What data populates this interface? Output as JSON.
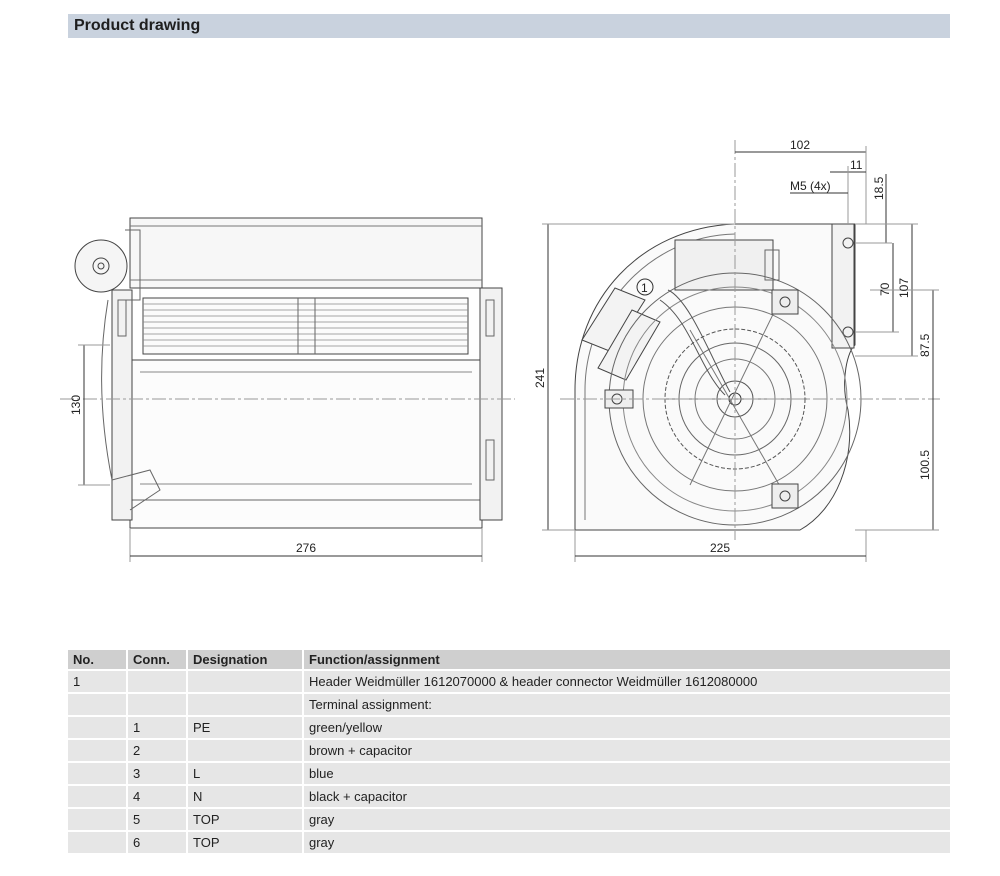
{
  "section": {
    "title": "Product drawing"
  },
  "dimensions": {
    "front_height": "130",
    "front_width": "276",
    "side_top": "102",
    "side_eleven": "11",
    "side_thread": "M5 (4x)",
    "side_eighteen": "18.5",
    "side_total_height": "241",
    "side_seventy": "70",
    "side_107": "107",
    "side_87": "87.5",
    "side_100": "100.5",
    "side_width": "225"
  },
  "callout": {
    "number": "1"
  },
  "table": {
    "headers": [
      "No.",
      "Conn.",
      "Designation",
      "Function/assignment"
    ],
    "rows": [
      [
        "1",
        "",
        "",
        "Header Weidmüller 1612070000 & header connector Weidmüller 1612080000"
      ],
      [
        "",
        "",
        "",
        "Terminal assignment:"
      ],
      [
        "",
        "1",
        "PE",
        "green/yellow"
      ],
      [
        "",
        "2",
        "",
        "brown + capacitor"
      ],
      [
        "",
        "3",
        "L",
        "blue"
      ],
      [
        "",
        "4",
        "N",
        "black + capacitor"
      ],
      [
        "",
        "5",
        "TOP",
        "gray"
      ],
      [
        "",
        "6",
        "TOP",
        "gray"
      ]
    ]
  }
}
